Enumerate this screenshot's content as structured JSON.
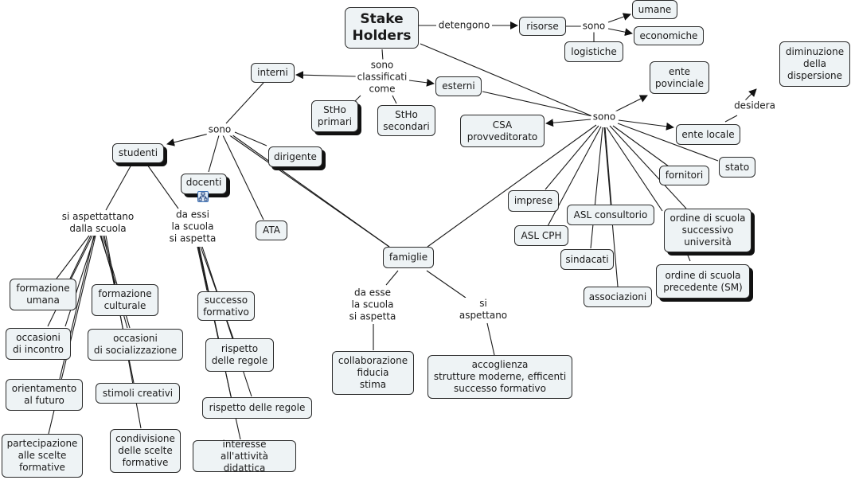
{
  "map_title": "Stake Holders",
  "colors": {
    "node_fill": "#eef3f5",
    "node_border": "#2a2a2a",
    "shadow": "#111111",
    "line": "#1a1a1a"
  },
  "nodes": {
    "stakeholders": "Stake\nHolders",
    "risorse": "risorse",
    "umane": "umane",
    "economiche": "economiche",
    "logistiche": "logistiche",
    "interni": "interni",
    "esterni": "esterni",
    "stho_primari": "StHo\nprimari",
    "stho_secondari": "StHo\nsecondari",
    "studenti": "studenti",
    "docenti": "docenti",
    "dirigente": "dirigente",
    "ata": "ATA",
    "famiglie": "famiglie",
    "formazione_umana": "formazione\numana",
    "formazione_culturale": "formazione\nculturale",
    "occasioni_incontro": "occasioni\ndi incontro",
    "occasioni_socializzazione": "occasioni\ndi socializzazione",
    "orientamento": "orientamento\nal futuro",
    "stimoli_creativi": "stimoli creativi",
    "partecipazione": "partecipazione\nalle scelte\nformative",
    "condivisione": "condivisione\ndelle scelte\nformative",
    "successo_formativo": "successo\nformativo",
    "rispetto_regole_1": "rispetto\ndelle regole",
    "rispetto_regole_2": "rispetto delle regole",
    "interesse": "interesse\nall'attività didattica",
    "collaborazione": "collaborazione\nfiducia\nstima",
    "accoglienza": "accoglienza\nstrutture moderne, efficenti\nsuccesso formativo",
    "csa": "CSA\nprovveditorato",
    "ente_provinciale": "ente\npovinciale",
    "ente_locale": "ente locale",
    "diminuzione": "diminuzione\ndella\ndispersione",
    "stato": "stato",
    "fornitori": "fornitori",
    "imprese": "imprese",
    "asl_cph": "ASL CPH",
    "asl_consultorio": "ASL consultorio",
    "sindacati": "sindacati",
    "associazioni": "associazioni",
    "ordine_successivo": "ordine di scuola\nsuccessivo\nuniversità",
    "ordine_precedente": "ordine di scuola\nprecedente (SM)"
  },
  "links": {
    "detengono": "detengono",
    "sono_risorse": "sono",
    "classificati": "sono\nclassificati\ncome",
    "sono_interni": "sono",
    "sono_esterni": "sono",
    "si_aspettattano": "si aspettattano\ndalla scuola",
    "da_essi": "da essi\nla scuola\nsi aspetta",
    "da_esse": "da esse\nla scuola\nsi aspetta",
    "si_aspettano": "si\naspettano",
    "desidera": "desidera"
  },
  "icons": {
    "docenti_submap": "submap-icon"
  }
}
